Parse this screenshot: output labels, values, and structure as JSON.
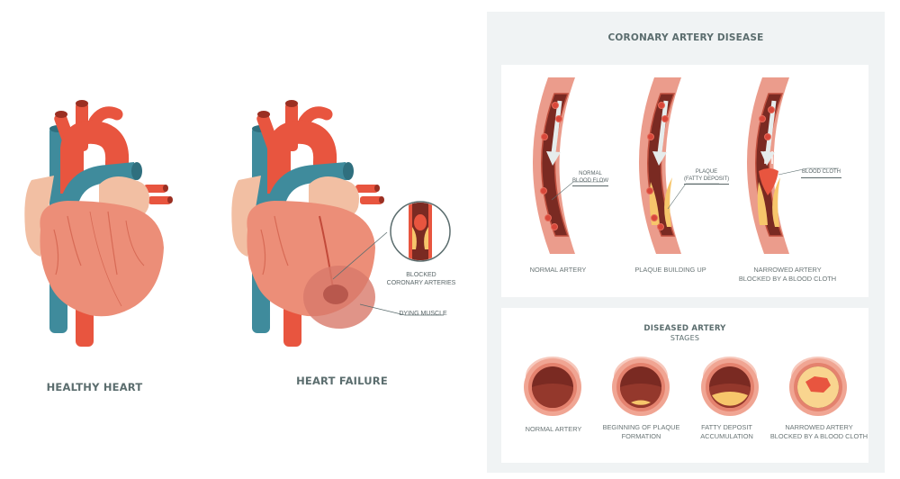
{
  "left": {
    "healthy_heart": {
      "title": "HEALTHY HEART"
    },
    "heart_failure": {
      "title": "HEART FAILURE",
      "callouts": {
        "blocked_arteries": [
          "BLOCKED",
          "CORONARY ARTERIES"
        ],
        "dying_muscle": "DYING MUSCLE"
      }
    }
  },
  "right": {
    "title": "CORONARY ARTERY DISEASE",
    "arteries": [
      {
        "caption": [
          "NORMAL ARTERY"
        ],
        "callout": [
          "NORMAL",
          "BLOOD FLOW"
        ]
      },
      {
        "caption": [
          "PLAQUE BUILDING UP"
        ],
        "callout": [
          "PLAQUE",
          "(FATTY DEPOSIT)"
        ]
      },
      {
        "caption": [
          "NARROWED ARTERY",
          "BLOCKED BY A BLOOD CLOTH"
        ],
        "callout": [
          "BLOOD CLOTH"
        ]
      }
    ],
    "stages": {
      "title": "DISEASED ARTERY",
      "subtitle": "STAGES",
      "items": [
        {
          "caption": [
            "NORMAL ARTERY"
          ]
        },
        {
          "caption": [
            "BEGINNING OF PLAQUE",
            "FORMATION"
          ]
        },
        {
          "caption": [
            "FATTY DEPOSIT",
            "ACCUMULATION"
          ]
        },
        {
          "caption": [
            "NARROWED ARTERY",
            "BLOCKED BY A BLOOD CLOTH"
          ]
        }
      ]
    }
  },
  "colors": {
    "artery_red": "#e8553f",
    "vein_blue": "#3f8b9c",
    "heart_muscle": "#ec8e78",
    "atrium_pink": "#f2bfa3",
    "blood_dark": "#7a2a22",
    "plaque_yellow": "#f7c66b",
    "vessel_wall": "#eb9c8c",
    "label_gray": "#5b6d6e",
    "panel_bg": "#f0f3f4"
  }
}
